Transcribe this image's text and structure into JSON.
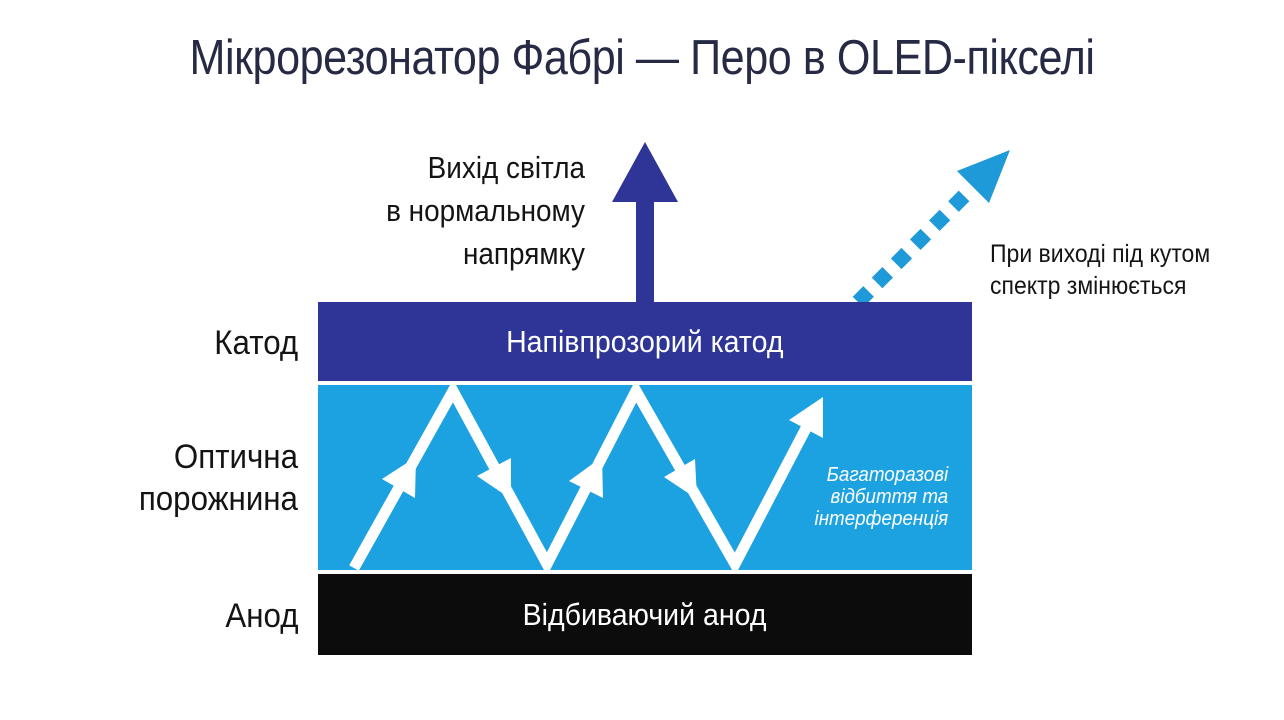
{
  "title": "Мікрорезонатор Фабрі — Перо в OLED-пікселі",
  "colors": {
    "title_ink": "#262a44",
    "text_black": "#141414",
    "cathode_navy": "#2e3596",
    "cavity_blue": "#1ca2e1",
    "anode_black": "#0c0c0c",
    "dashed_arrow_blue": "#1f9ad9",
    "white": "#ffffff"
  },
  "normal_exit": {
    "lines": [
      "Вихід світла",
      "в нормальному",
      "напрямку"
    ]
  },
  "angled_exit": {
    "lines": [
      "При виході під кутом",
      "спектр змінюється"
    ]
  },
  "side_labels": {
    "cathode": "Катод",
    "cavity_lines": [
      "Оптична",
      "порожнина"
    ],
    "anode": "Анод"
  },
  "layers": {
    "cathode": "Напівпрозорий катод",
    "cavity_note_lines": [
      "Багаторазові",
      "відбиття та",
      "інтерференція"
    ],
    "anode": "Відбиваючий анод"
  },
  "icons": {
    "normal_exit_arrow": "solid-navy-up-arrow",
    "angled_exit_arrow": "dashed-blue-diagonal-arrow",
    "reflection_zigzag": "white-multi-reflection-zigzag-arrows"
  }
}
